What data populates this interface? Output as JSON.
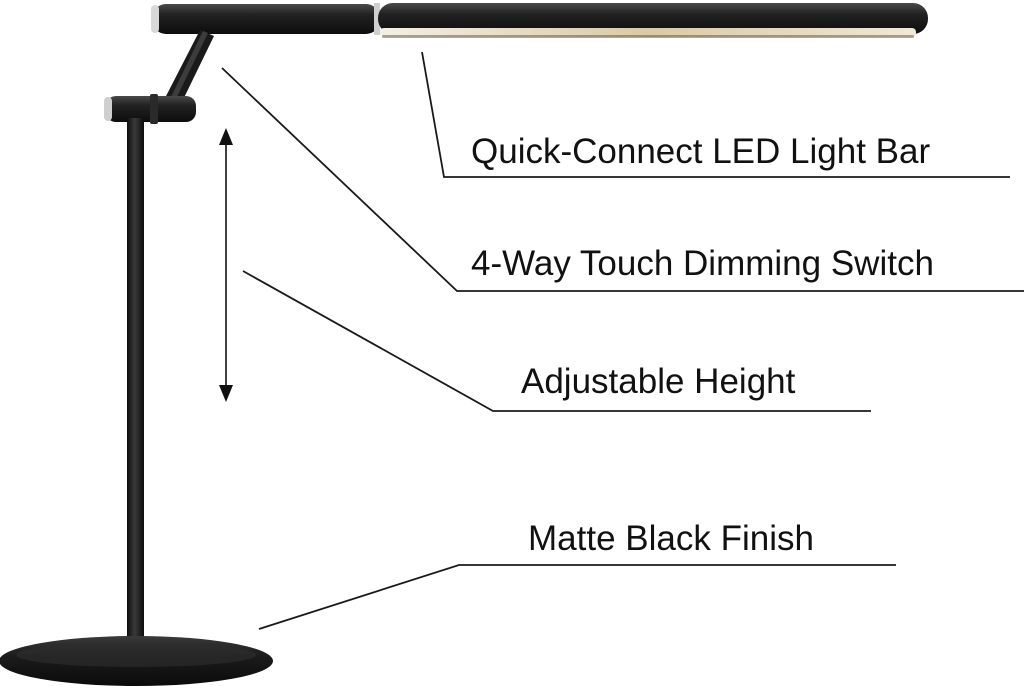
{
  "callouts": {
    "led_bar": "Quick-Connect LED Light Bar",
    "dimming_switch": "4-Way Touch Dimming Switch",
    "adjustable_height": "Adjustable Height",
    "finish": "Matte Black Finish"
  },
  "colors": {
    "background": "#ffffff",
    "lamp_body": "#1a1a1a",
    "lamp_highlight": "#3a3a3a",
    "chrome_accent": "#c8c8c8",
    "led_glow": "#e8dcc0",
    "callout_line": "#1a1a1a",
    "text": "#111111"
  },
  "icons": {
    "height_indicator": "double-arrow-vertical-icon"
  }
}
